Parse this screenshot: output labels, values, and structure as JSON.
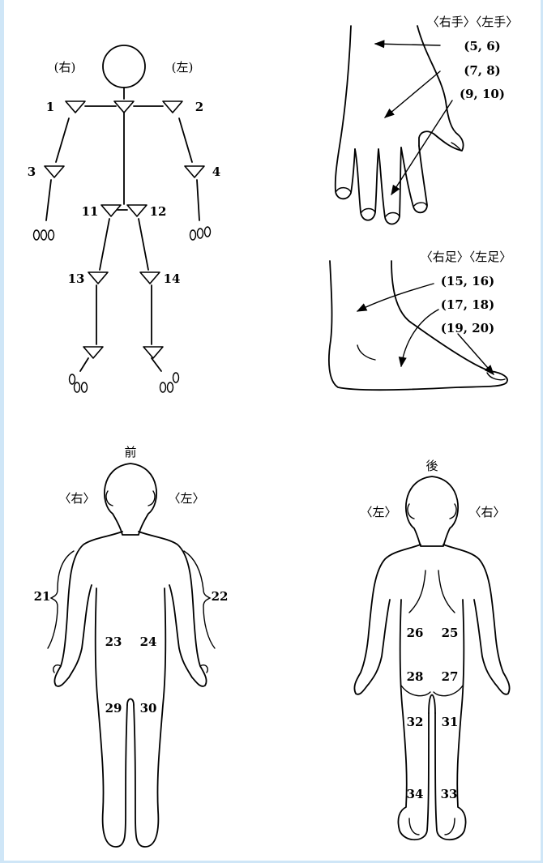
{
  "stick_figure": {
    "right_label": "(右)",
    "left_label": "(左)",
    "points": [
      "1",
      "2",
      "3",
      "4",
      "11",
      "12",
      "13",
      "14"
    ]
  },
  "hand": {
    "header": "〈右手〉〈左手〉",
    "items": [
      "(5,  6)",
      "(7,  8)",
      "(9,  10)"
    ]
  },
  "foot": {
    "header": "〈右足〉〈左足〉",
    "items": [
      "(15,  16)",
      "(17,  18)",
      "(19,  20)"
    ]
  },
  "front_body": {
    "title": "前",
    "right_label": "〈右〉",
    "left_label": "〈左〉",
    "regions": [
      "21",
      "22",
      "23",
      "24",
      "29",
      "30"
    ]
  },
  "back_body": {
    "title": "後",
    "left_label": "〈左〉",
    "right_label": "〈右〉",
    "regions": [
      "26",
      "25",
      "28",
      "27",
      "32",
      "31",
      "34",
      "33"
    ]
  }
}
